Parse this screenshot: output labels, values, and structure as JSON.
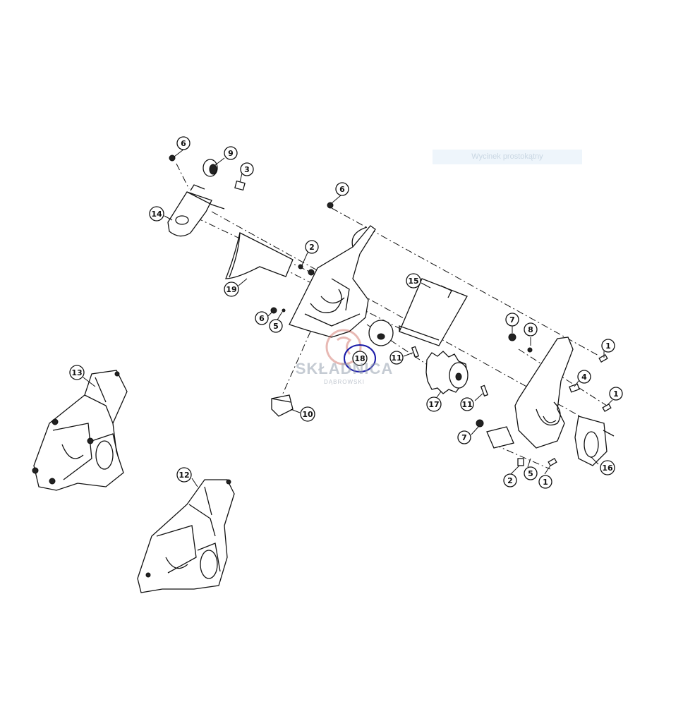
{
  "tooltip": {
    "text": "Wycinek prostokątny"
  },
  "watermark": {
    "name": "SKŁADNICA",
    "sub": "DĄBROWSKI"
  },
  "highlight": {
    "color": "#1a1aa8",
    "callout": "18"
  },
  "callouts": {
    "c6a": "6",
    "c9": "9",
    "c3": "3",
    "c14": "14",
    "c6b": "6",
    "c2a": "2",
    "c19": "19",
    "c6c": "6",
    "c5a": "5",
    "c15": "15",
    "c18": "18",
    "c11a": "11",
    "c10": "10",
    "c17": "17",
    "c11b": "11",
    "c7a": "7",
    "c8": "8",
    "c1a": "1",
    "c4": "4",
    "c1b": "1",
    "c7b": "7",
    "c16": "16",
    "c2b": "2",
    "c5b": "5",
    "c1c": "1",
    "c13": "13",
    "c12": "12"
  }
}
